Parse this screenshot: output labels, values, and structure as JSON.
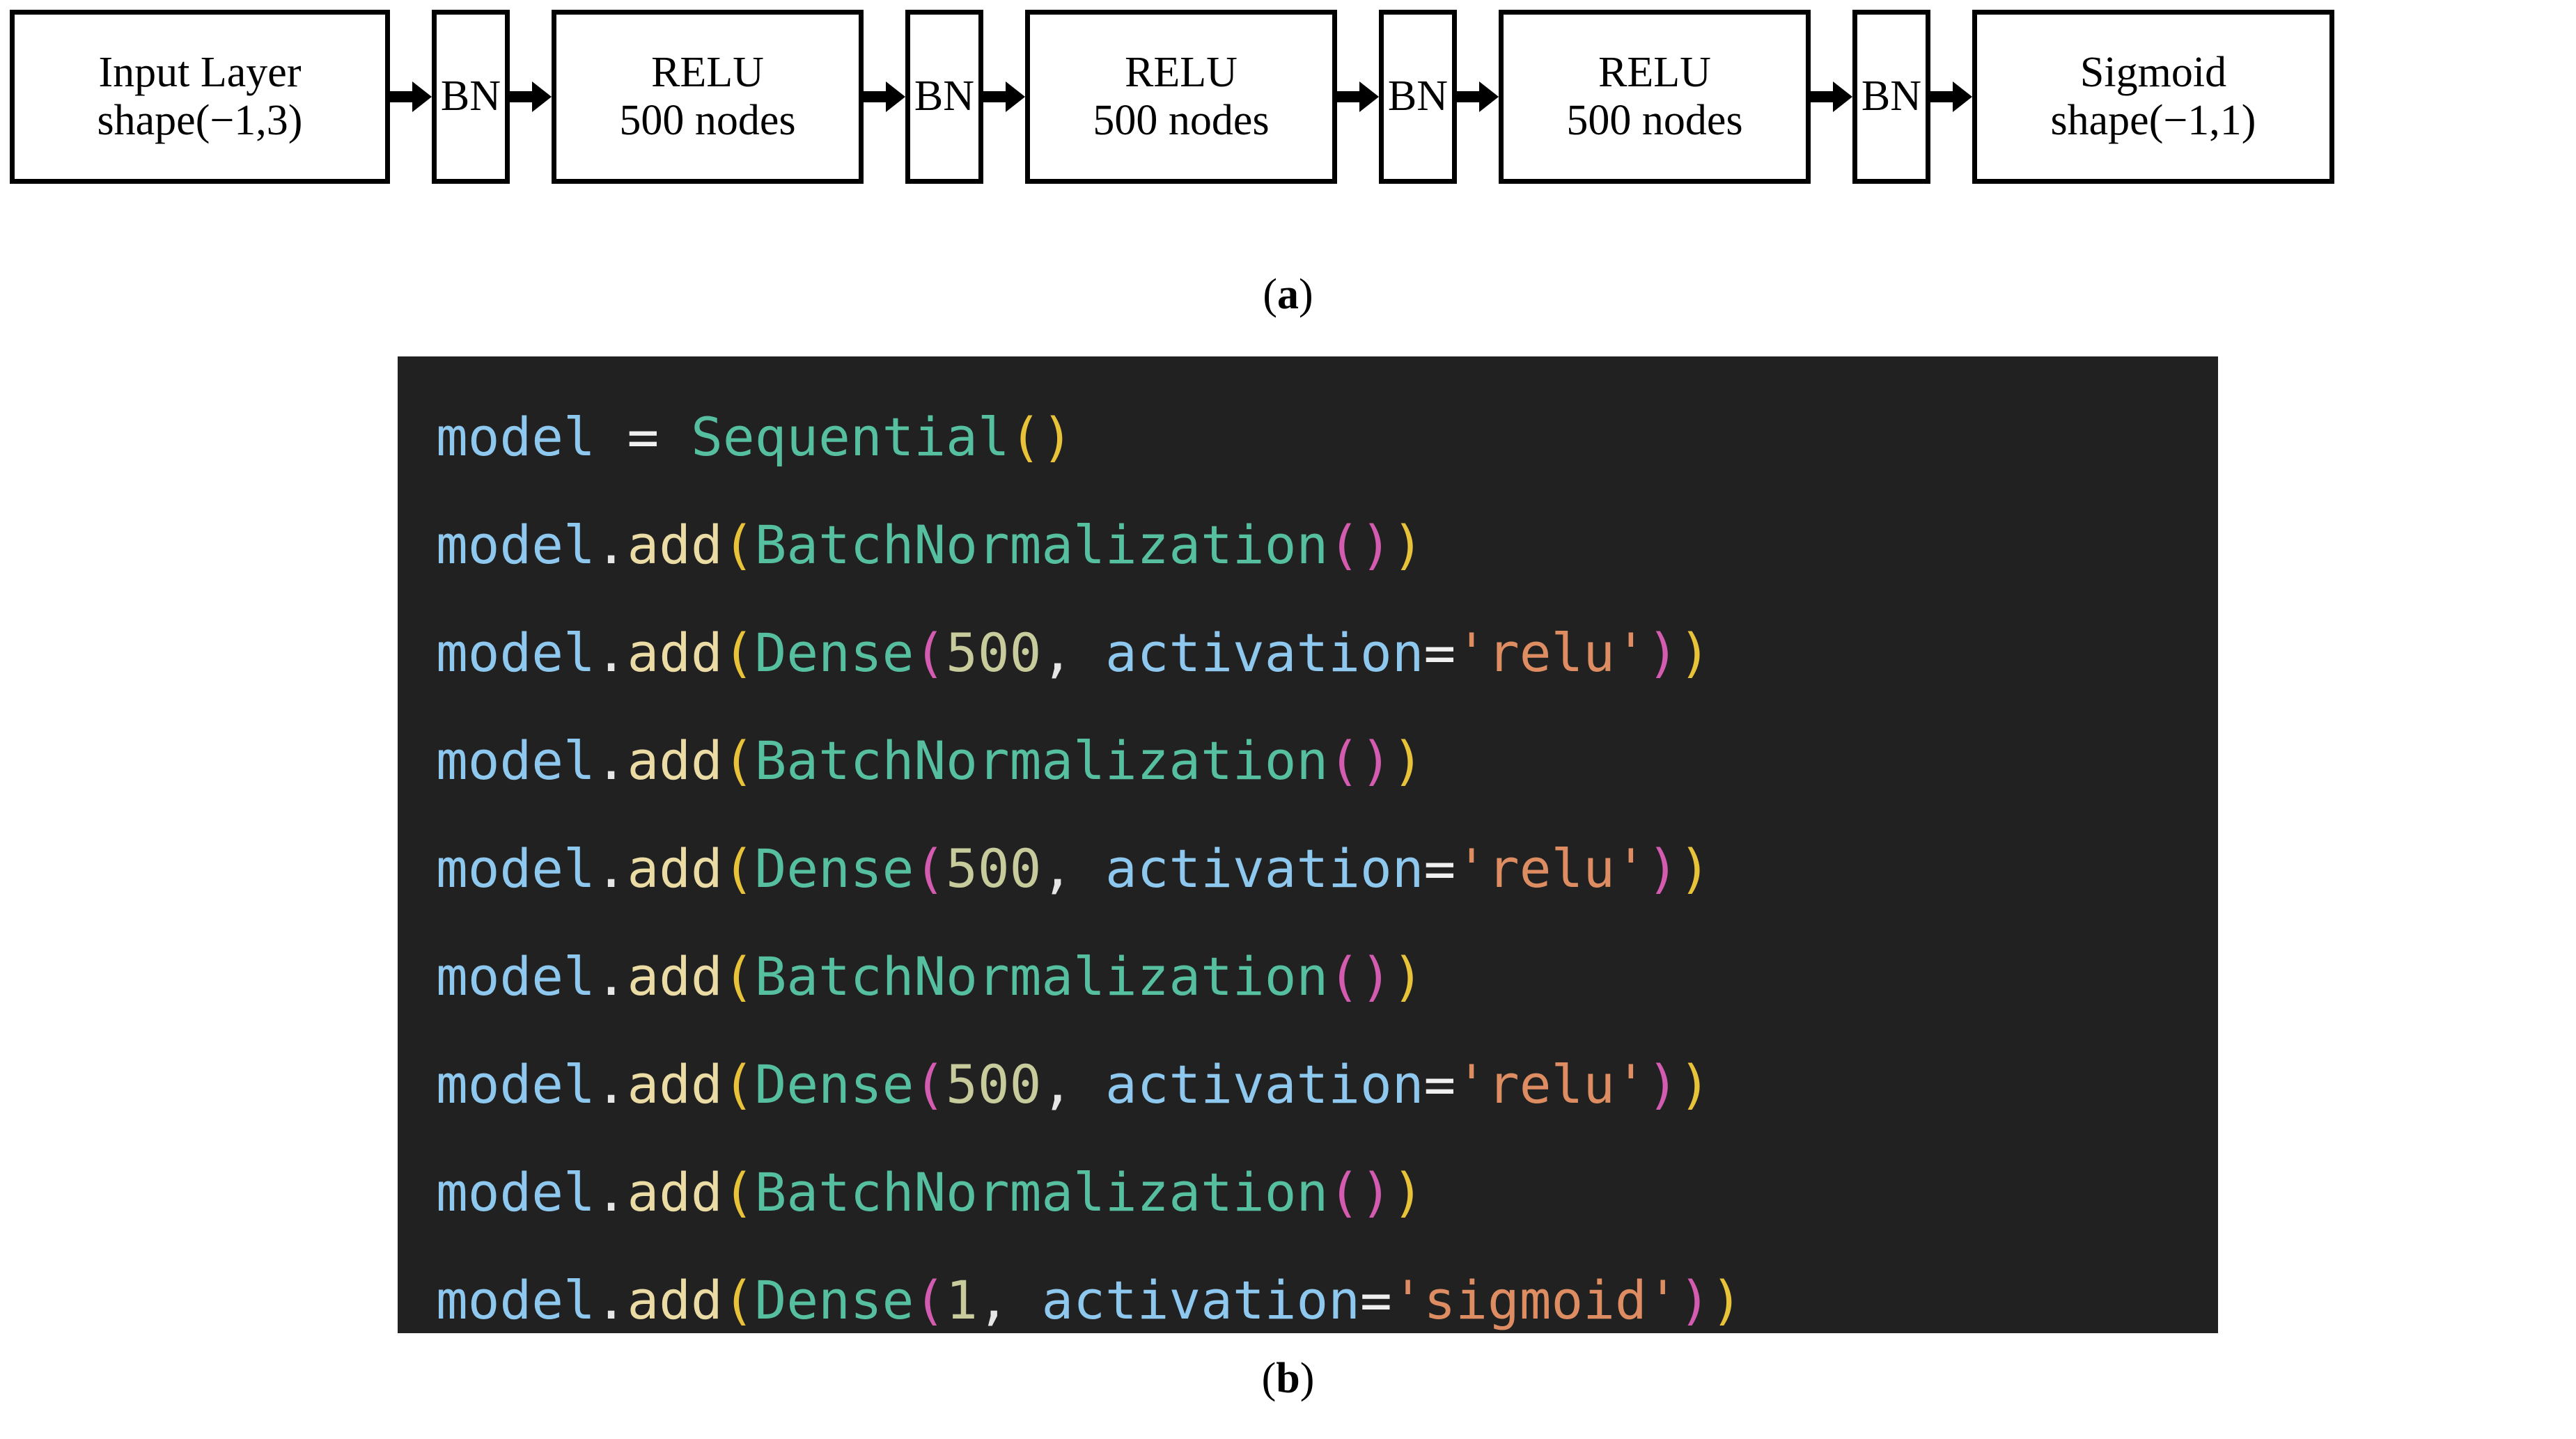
{
  "figure": {
    "panel_a": {
      "caption_prefix": "(",
      "caption_letter": "a",
      "caption_suffix": ")",
      "caption_full": "(a)",
      "nodes": [
        {
          "id": "input-layer",
          "type": "box-wide",
          "lines": [
            "Input Layer",
            "shape(−1,3)"
          ]
        },
        {
          "id": "bn-1",
          "type": "box-bn",
          "lines": [
            "BN"
          ]
        },
        {
          "id": "relu-1",
          "type": "box-relu",
          "lines": [
            "RELU",
            "500 nodes"
          ]
        },
        {
          "id": "bn-2",
          "type": "box-bn",
          "lines": [
            "BN"
          ]
        },
        {
          "id": "relu-2",
          "type": "box-relu",
          "lines": [
            "RELU",
            "500 nodes"
          ]
        },
        {
          "id": "bn-3",
          "type": "box-bn",
          "lines": [
            "BN"
          ]
        },
        {
          "id": "relu-3",
          "type": "box-relu",
          "lines": [
            "RELU",
            "500 nodes"
          ]
        },
        {
          "id": "bn-4",
          "type": "box-bn",
          "lines": [
            "BN"
          ]
        },
        {
          "id": "sigmoid",
          "type": "box-sig",
          "lines": [
            "Sigmoid",
            "shape(−1,1)"
          ]
        }
      ],
      "arrow_icon": "arrow-right-icon",
      "arrow_count": 8
    },
    "panel_b": {
      "caption_prefix": "(",
      "caption_letter": "b",
      "caption_suffix": ")",
      "caption_full": "(b)",
      "background_color": "#212121",
      "language": "python",
      "code_lines": [
        "model = Sequential()",
        "model.add(BatchNormalization())",
        "model.add(Dense(500, activation='relu'))",
        "model.add(BatchNormalization())",
        "model.add(Dense(500, activation='relu'))",
        "model.add(BatchNormalization())",
        "model.add(Dense(500, activation='relu'))",
        "model.add(BatchNormalization())",
        "model.add(Dense(1, activation='sigmoid'))"
      ],
      "tokens": {
        "l1": [
          {
            "t": "model",
            "c": "t-var"
          },
          {
            "t": " ",
            "c": "t-dot"
          },
          {
            "t": "=",
            "c": "t-eq"
          },
          {
            "t": " ",
            "c": "t-dot"
          },
          {
            "t": "Sequential",
            "c": "t-cls"
          },
          {
            "t": "(",
            "c": "t-p1"
          },
          {
            "t": ")",
            "c": "t-p1"
          }
        ],
        "l2": [
          {
            "t": "model",
            "c": "t-var"
          },
          {
            "t": ".",
            "c": "t-dot"
          },
          {
            "t": "add",
            "c": "t-fn"
          },
          {
            "t": "(",
            "c": "t-p1"
          },
          {
            "t": "BatchNormalization",
            "c": "t-cls"
          },
          {
            "t": "(",
            "c": "t-p2"
          },
          {
            "t": ")",
            "c": "t-p2"
          },
          {
            "t": ")",
            "c": "t-p1"
          }
        ],
        "l3": [
          {
            "t": "model",
            "c": "t-var"
          },
          {
            "t": ".",
            "c": "t-dot"
          },
          {
            "t": "add",
            "c": "t-fn"
          },
          {
            "t": "(",
            "c": "t-p1"
          },
          {
            "t": "Dense",
            "c": "t-cls"
          },
          {
            "t": "(",
            "c": "t-p2"
          },
          {
            "t": "500",
            "c": "t-num"
          },
          {
            "t": ",",
            "c": "t-comma"
          },
          {
            "t": " ",
            "c": "t-dot"
          },
          {
            "t": "activation",
            "c": "t-kw"
          },
          {
            "t": "=",
            "c": "t-eq"
          },
          {
            "t": "'relu'",
            "c": "t-str"
          },
          {
            "t": ")",
            "c": "t-p2"
          },
          {
            "t": ")",
            "c": "t-p1"
          }
        ],
        "l9": [
          {
            "t": "model",
            "c": "t-var"
          },
          {
            "t": ".",
            "c": "t-dot"
          },
          {
            "t": "add",
            "c": "t-fn"
          },
          {
            "t": "(",
            "c": "t-p1"
          },
          {
            "t": "Dense",
            "c": "t-cls"
          },
          {
            "t": "(",
            "c": "t-p2"
          },
          {
            "t": "1",
            "c": "t-num"
          },
          {
            "t": ",",
            "c": "t-comma"
          },
          {
            "t": " ",
            "c": "t-dot"
          },
          {
            "t": "activation",
            "c": "t-kw"
          },
          {
            "t": "=",
            "c": "t-eq"
          },
          {
            "t": "'sigmoid'",
            "c": "t-str"
          },
          {
            "t": ")",
            "c": "t-p2"
          },
          {
            "t": ")",
            "c": "t-p1"
          }
        ]
      },
      "colors": {
        "variable": "#8FC8EE",
        "method": "#EBDBA4",
        "class": "#56BFA0",
        "number": "#C8CB9C",
        "string": "#DE8D63",
        "paren_outer": "#E8C33A",
        "paren_inner": "#D35BB0",
        "operator": "#F0F0F0",
        "background": "#212121"
      }
    }
  }
}
